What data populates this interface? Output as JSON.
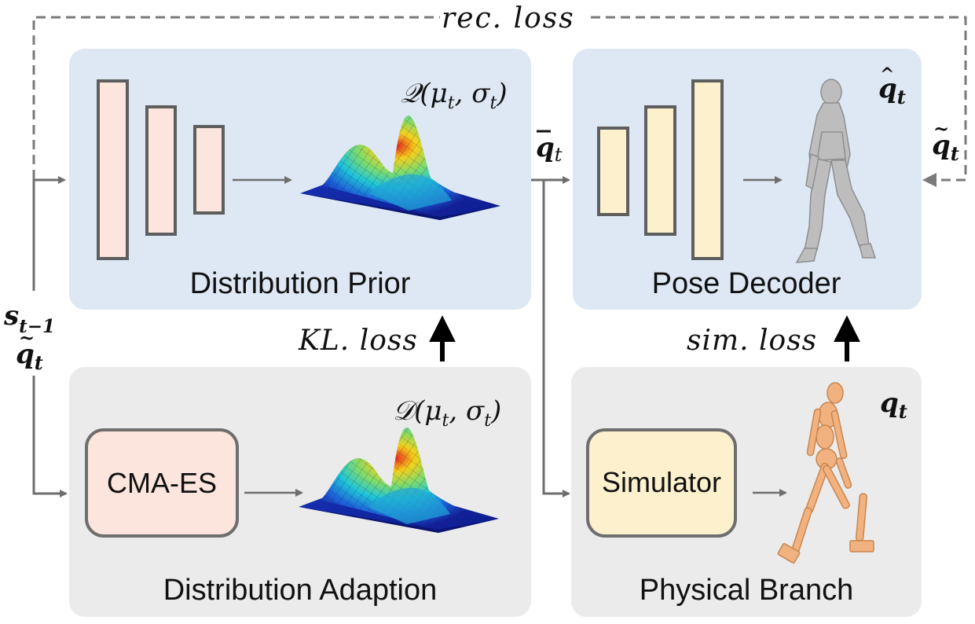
{
  "loss_labels": {
    "rec": "rec. loss",
    "kl": "KL. loss",
    "sim": "sim. loss"
  },
  "panels": {
    "distribution_prior": "Distribution Prior",
    "pose_decoder": "Pose Decoder",
    "distribution_adaption": "Distribution Adaption",
    "physical_branch": "Physical Branch"
  },
  "distributions": {
    "prior": {
      "name": "𝒬",
      "args": "(μ",
      "sub1": "t",
      "mid": ", σ",
      "sub2": "t",
      "close": ")"
    },
    "adapt": {
      "name": "𝒟",
      "args": "(μ",
      "sub1": "t",
      "mid": ", σ",
      "sub2": "t",
      "close": ")"
    }
  },
  "symbols": {
    "q_bar": "q",
    "q_hat": "q",
    "q_tilde_right": "q",
    "q_phys": "q",
    "s_prev": "s",
    "s_sub": "t−1",
    "q_tilde_left": "q",
    "t": "t"
  },
  "modules": {
    "cma_es": "CMA-ES",
    "simulator": "Simulator"
  },
  "colors": {
    "prior_panel": "#dde8f4",
    "gray_panel": "#ebebeb",
    "salmon": "#fbe5dc",
    "cream": "#fdf1cd",
    "arrow": "#6e6e6e",
    "dashed": "#7a7a7a"
  }
}
